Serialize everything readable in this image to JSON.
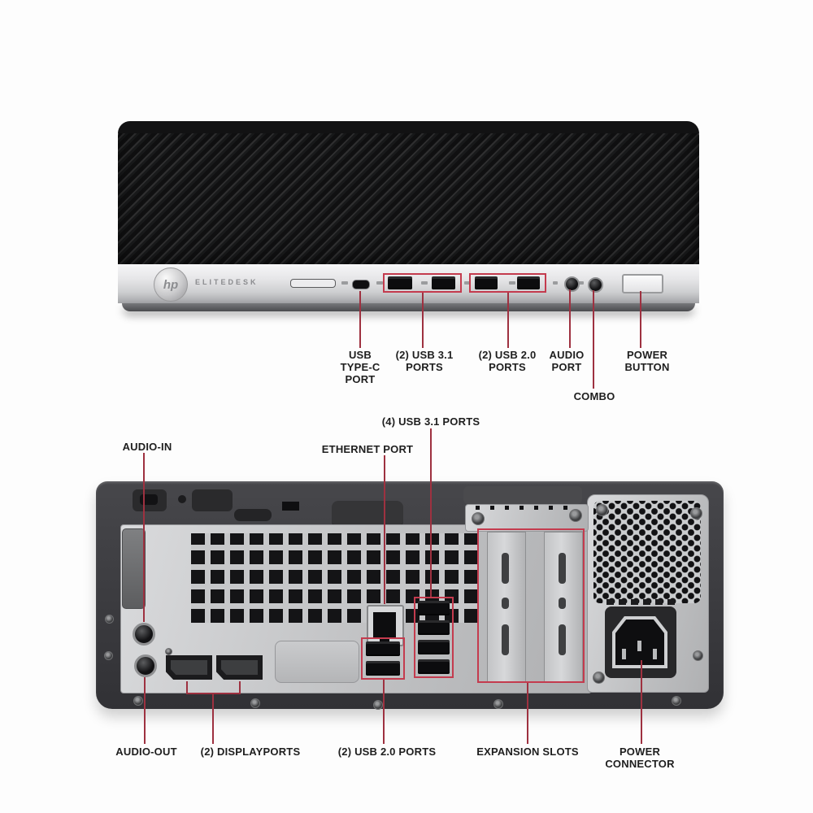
{
  "brand": {
    "logo_text": "hp",
    "model_text": "ELITEDESK"
  },
  "colors": {
    "callout_line": "#9e3140",
    "callout_box": "#c43b4e",
    "label_text": "#1e1e1e",
    "chassis_black": "#141414",
    "chassis_silver": "#c9cacc"
  },
  "front_view": {
    "labels": [
      {
        "id": "usb-type-c-port",
        "text": "USB\nTYPE-C\nPORT"
      },
      {
        "id": "usb-3-1-ports",
        "text": "(2) USB 3.1\nPORTS"
      },
      {
        "id": "usb-2-0-ports",
        "text": "(2) USB 2.0\nPORTS"
      },
      {
        "id": "audio-port",
        "text": "AUDIO\nPORT"
      },
      {
        "id": "combo",
        "text": "COMBO"
      },
      {
        "id": "power-button",
        "text": "POWER\nBUTTON"
      }
    ]
  },
  "rear_view": {
    "labels": [
      {
        "id": "audio-in",
        "text": "AUDIO-IN"
      },
      {
        "id": "ethernet-port",
        "text": "ETHERNET PORT"
      },
      {
        "id": "usb-3-1-ports",
        "text": "(4) USB 3.1 PORTS"
      },
      {
        "id": "audio-out",
        "text": "AUDIO-OUT"
      },
      {
        "id": "displayports",
        "text": "(2) DISPLAYPORTS"
      },
      {
        "id": "usb-2-0-ports",
        "text": "(2) USB 2.0 PORTS"
      },
      {
        "id": "expansion-slots",
        "text": "EXPANSION SLOTS"
      },
      {
        "id": "power-connector",
        "text": "POWER\nCONNECTOR"
      }
    ]
  }
}
